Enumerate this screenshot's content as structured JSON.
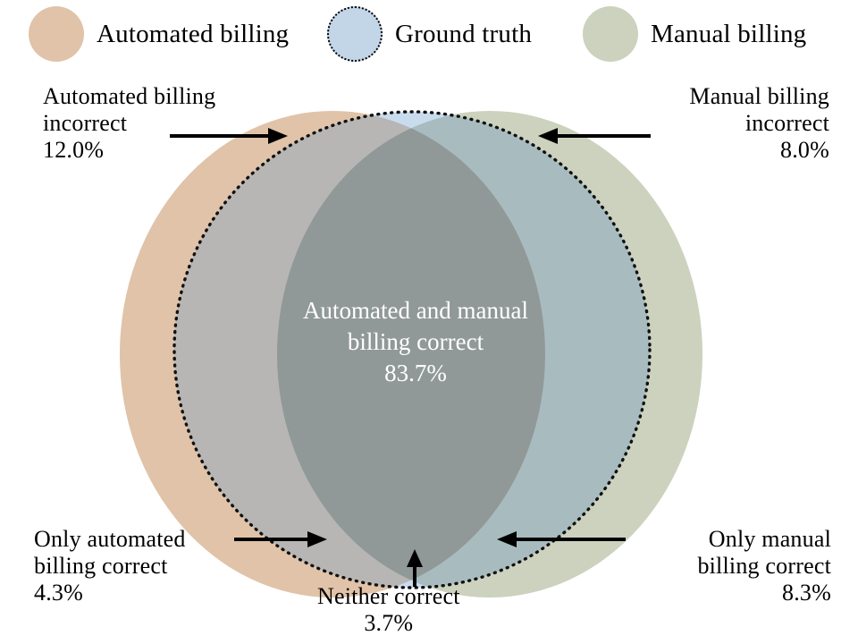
{
  "legend": {
    "items": [
      {
        "key": "automated",
        "label": "Automated billing",
        "color": "#e0c3a8",
        "marker": "filled-circle-swatch"
      },
      {
        "key": "ground_truth",
        "label": "Ground truth",
        "color": "#c3d6e8",
        "marker": "dotted-circle-swatch"
      },
      {
        "key": "manual",
        "label": "Manual billing",
        "color": "#ccd2bd",
        "marker": "filled-circle-swatch"
      }
    ]
  },
  "annotations": {
    "automated_incorrect": "Automated billing\nincorrect\n12.0%",
    "manual_incorrect": "Manual billing\nincorrect\n8.0%",
    "both_correct": "Automated and manual\nbilling correct\n83.7%",
    "only_automated_correct": "Only automated\nbilling correct\n4.3%",
    "only_manual_correct": "Only manual\nbilling correct\n8.3%",
    "neither_correct": "Neither correct\n3.7%"
  },
  "chart_data": {
    "type": "venn",
    "title": "",
    "sets": [
      {
        "name": "Automated billing",
        "color": "#e0c3a8",
        "stroke": "none"
      },
      {
        "name": "Ground truth",
        "color": "#c3d6e8",
        "stroke": "dotted-black"
      },
      {
        "name": "Manual billing",
        "color": "#ccd2bd",
        "stroke": "none"
      }
    ],
    "regions": [
      {
        "label": "Automated billing incorrect",
        "value": 12.0,
        "unit": "%",
        "position": "top-left"
      },
      {
        "label": "Manual billing incorrect",
        "value": 8.0,
        "unit": "%",
        "position": "top-right"
      },
      {
        "label": "Automated and manual billing correct",
        "value": 83.7,
        "unit": "%",
        "position": "center"
      },
      {
        "label": "Only automated billing correct",
        "value": 4.3,
        "unit": "%",
        "position": "bottom-left"
      },
      {
        "label": "Only manual billing correct",
        "value": 8.3,
        "unit": "%",
        "position": "bottom-right"
      },
      {
        "label": "Neither correct",
        "value": 3.7,
        "unit": "%",
        "position": "bottom-center"
      }
    ],
    "region_colors": {
      "automated_only": "#e0c3a8",
      "manual_only": "#ccd2bd",
      "ground_truth_only": "#c9dcee",
      "automated_and_ground_truth": "#b7b6b4",
      "manual_and_ground_truth": "#a8bcc0",
      "all_three": "#919998"
    },
    "legend_position": "top",
    "grid": false
  }
}
